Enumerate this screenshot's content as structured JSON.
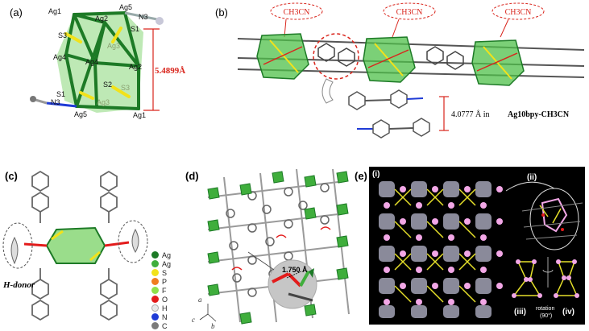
{
  "panels": {
    "a": {
      "label": "(a)",
      "atoms": {
        "ag1_top": "Ag1",
        "ag5_top": "Ag5",
        "n3_top": "N3",
        "ag2_top": "Ag2",
        "s3": "S3",
        "s1_top": "S1",
        "ag4_top": "Ag4",
        "ag4_mid": "Ag4",
        "ag3_mid": "Ag3",
        "ag2_right": "Ag2",
        "s2": "S2",
        "s1_bot": "S1",
        "n3_bot": "N3",
        "ag5_bot": "Ag5",
        "ag1_bot": "Ag1",
        "s_faint": "S3",
        "ag3_faint": "Ag3"
      },
      "distance": "5.4899Å"
    },
    "b": {
      "label": "(b)",
      "callouts": [
        "CH3CN",
        "CH3CN",
        "CH3CN"
      ],
      "distance": "4.0777 Å in",
      "compound": "Ag10bpy-CH3CN"
    },
    "c": {
      "label": "(c)",
      "hdonor": "H-donor",
      "legend": [
        {
          "label": "Ag",
          "color": "#1d7a26"
        },
        {
          "label": "Ag",
          "color": "#3fae3c"
        },
        {
          "label": "S",
          "color": "#f2e21a"
        },
        {
          "label": "P",
          "color": "#f07d20"
        },
        {
          "label": "F",
          "color": "#8fe04a"
        },
        {
          "label": "O",
          "color": "#e31b1b"
        },
        {
          "label": "H",
          "color": "#e8e8e8"
        },
        {
          "label": "N",
          "color": "#1f3bd6"
        },
        {
          "label": "C",
          "color": "#7a7a7a"
        }
      ]
    },
    "d": {
      "label": "(d)",
      "distance": "1.750 Å",
      "axes": [
        "a",
        "c",
        "b"
      ]
    },
    "e": {
      "label": "(e)",
      "subpanels": [
        "(i)",
        "(ii)",
        "(iii)",
        "(iv)"
      ],
      "rotation": "rotation",
      "rotation_angle": "(90°)"
    }
  },
  "colors": {
    "ag_dark": "#1d7a26",
    "ag_light": "#4db84a",
    "sulfur": "#f2e21a",
    "red": "#d9251c",
    "nitrogen": "#1f3bd6",
    "carbon": "#808080",
    "panel_e_bg": "#000000",
    "panel_e_pink": "#f2a7e6"
  }
}
